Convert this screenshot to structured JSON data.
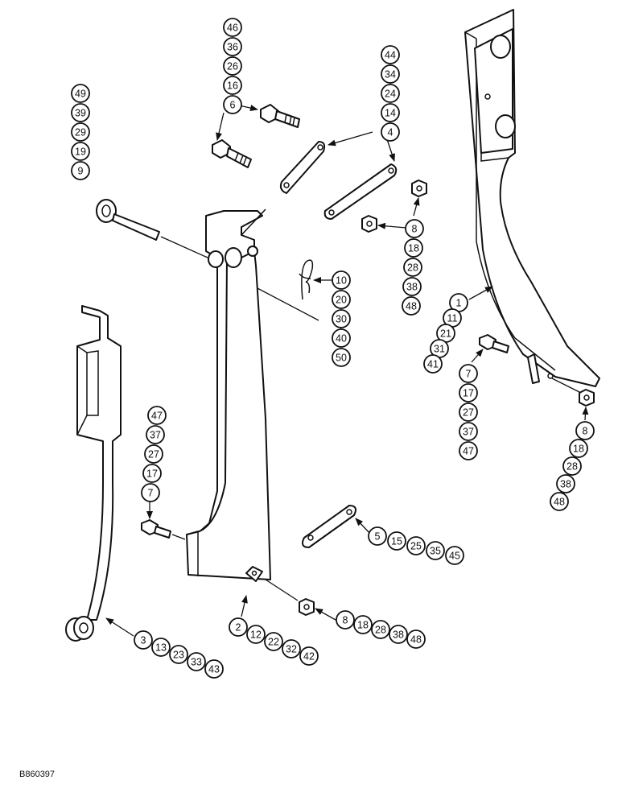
{
  "figure_id": "B860397",
  "callout_groups": [
    {
      "name": "group-pin-9",
      "numbers": [
        "49",
        "39",
        "29",
        "19",
        "9"
      ]
    },
    {
      "name": "group-bolt-6",
      "numbers": [
        "46",
        "36",
        "26",
        "16",
        "6"
      ]
    },
    {
      "name": "group-link-4",
      "numbers": [
        "44",
        "34",
        "24",
        "14",
        "4"
      ]
    },
    {
      "name": "group-nut-8-top",
      "numbers": [
        "8",
        "18",
        "28",
        "38",
        "48"
      ]
    },
    {
      "name": "group-clip-10",
      "numbers": [
        "10",
        "20",
        "30",
        "40",
        "50"
      ]
    },
    {
      "name": "group-shank-1",
      "numbers": [
        "1",
        "11",
        "21",
        "31",
        "41"
      ]
    },
    {
      "name": "group-bolt-7-right",
      "numbers": [
        "7",
        "17",
        "27",
        "37",
        "47"
      ]
    },
    {
      "name": "group-nut-8-right",
      "numbers": [
        "8",
        "18",
        "28",
        "38",
        "48"
      ]
    },
    {
      "name": "group-bolt-7-left",
      "numbers": [
        "47",
        "37",
        "27",
        "17",
        "7"
      ]
    },
    {
      "name": "group-link-5",
      "numbers": [
        "5",
        "15",
        "25",
        "35",
        "45"
      ]
    },
    {
      "name": "group-nut-8-bottom",
      "numbers": [
        "8",
        "18",
        "28",
        "38",
        "48"
      ]
    },
    {
      "name": "group-plate-2",
      "numbers": [
        "2",
        "12",
        "22",
        "32",
        "42"
      ]
    },
    {
      "name": "group-arm-3",
      "numbers": [
        "3",
        "13",
        "23",
        "33",
        "43"
      ]
    }
  ]
}
